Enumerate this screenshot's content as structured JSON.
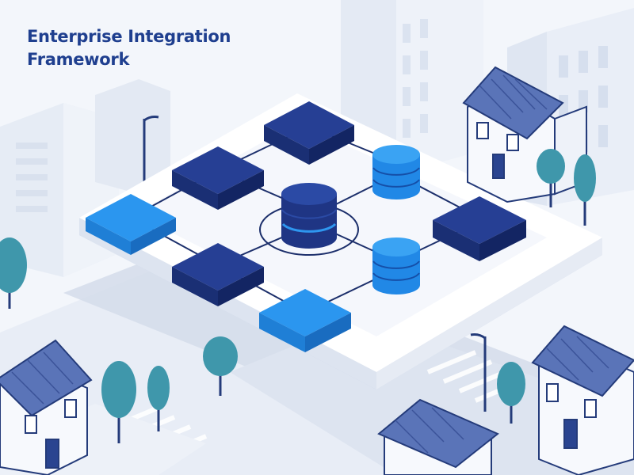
{
  "header": {
    "title_line1": "Enterprise Integration",
    "title_line2": "Framework"
  },
  "colors": {
    "navy": "#1c3582",
    "bright_blue": "#1f8ceb",
    "platform": "#ffffff",
    "connector": "#1c2f6b",
    "tree_teal": "#3f97ab",
    "house_roof": "#5a74b8",
    "background": "#f3f6fb"
  },
  "diagram": {
    "nodes": [
      {
        "id": "n-top",
        "kind": "module",
        "color": "navy"
      },
      {
        "id": "n-left-upper",
        "kind": "module",
        "color": "navy"
      },
      {
        "id": "n-left-far",
        "kind": "module",
        "color": "bright_blue"
      },
      {
        "id": "n-left-lower",
        "kind": "module",
        "color": "navy"
      },
      {
        "id": "n-bottom",
        "kind": "module",
        "color": "bright_blue"
      },
      {
        "id": "n-right",
        "kind": "module",
        "color": "navy"
      },
      {
        "id": "db-center",
        "kind": "database",
        "color": "navy"
      },
      {
        "id": "db-upper",
        "kind": "database",
        "color": "bright_blue"
      },
      {
        "id": "db-lower",
        "kind": "database",
        "color": "bright_blue"
      }
    ]
  }
}
